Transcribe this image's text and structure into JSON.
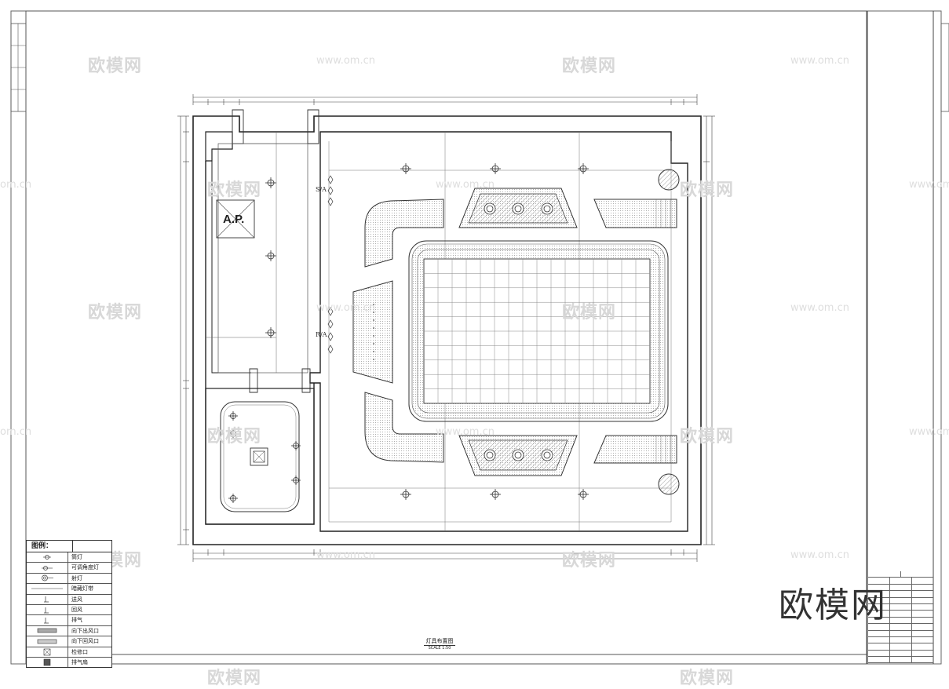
{
  "drawing": {
    "title": "灯具布置图",
    "scale": "SCALE 1:50",
    "ap_label": "A.P.",
    "marker_sa": "S/A",
    "marker_ra": "R/A"
  },
  "watermarks": {
    "brand": "欧模网",
    "url": "www.om.cn",
    "url_partial": "om.cn",
    "big_logo": "欧模网"
  },
  "legend": {
    "title": "图例：",
    "items": [
      {
        "icon": "downlight-icon",
        "label": "筒灯"
      },
      {
        "icon": "adjustable-downlight-icon",
        "label": "可调角度灯"
      },
      {
        "icon": "spotlight-icon",
        "label": "射灯"
      },
      {
        "icon": "linear-light-icon",
        "label": "暗藏灯带"
      },
      {
        "icon": "supply-air-icon",
        "label": "送风"
      },
      {
        "icon": "return-air-icon",
        "label": "回风"
      },
      {
        "icon": "exhaust-icon",
        "label": "排气"
      },
      {
        "icon": "down-supply-icon",
        "label": "向下出风口"
      },
      {
        "icon": "down-return-icon",
        "label": "向下回风口"
      },
      {
        "icon": "access-panel-icon",
        "label": "检修口"
      },
      {
        "icon": "exhaust-fan-icon",
        "label": "排气扇"
      }
    ]
  },
  "colors": {
    "line": "#333333",
    "light_line": "#777777",
    "hatch": "#999999",
    "watermark": "#d8d8d8"
  }
}
